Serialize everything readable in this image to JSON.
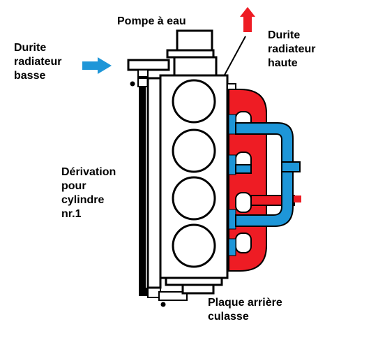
{
  "labels": {
    "water_pump": "Pompe à eau",
    "lower_hose": [
      "Durite",
      "radiateur",
      "basse"
    ],
    "upper_hose": [
      "Durite",
      "radiateur",
      "haute"
    ],
    "bypass": [
      "Dérivation",
      "pour",
      "cylindre",
      "nr.1"
    ],
    "rear_plate": [
      "Plaque arrière",
      "culasse"
    ]
  },
  "colors": {
    "hot_coolant": "#ee1c24",
    "cold_coolant": "#1e96d8",
    "outline": "#000000",
    "background": "#ffffff"
  },
  "arrows": {
    "lower_hose": "arrow-right-icon",
    "upper_hose": "arrow-up-icon"
  }
}
